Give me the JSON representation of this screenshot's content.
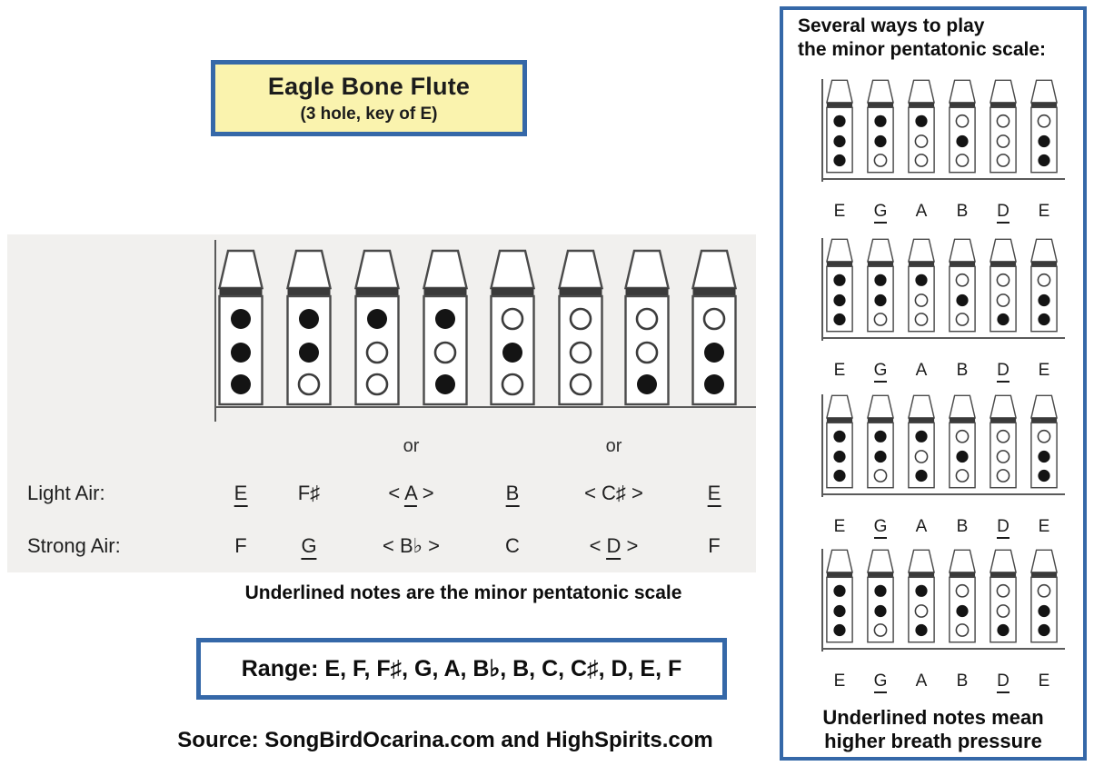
{
  "title": {
    "heading": "Eagle Bone Flute",
    "subheading": "(3 hole, key of E)"
  },
  "main_chart": {
    "flutes": [
      {
        "holes": [
          1,
          1,
          1
        ]
      },
      {
        "holes": [
          1,
          1,
          0
        ]
      },
      {
        "holes": [
          1,
          0,
          0
        ]
      },
      {
        "holes": [
          1,
          0,
          1
        ]
      },
      {
        "holes": [
          0,
          1,
          0
        ]
      },
      {
        "holes": [
          0,
          0,
          0
        ]
      },
      {
        "holes": [
          0,
          0,
          1
        ]
      },
      {
        "holes": [
          0,
          1,
          1
        ]
      }
    ],
    "or_label": "or",
    "or_positions": [
      [
        3,
        4
      ],
      [
        6,
        7
      ]
    ],
    "air_rows": [
      {
        "label": "Light Air:",
        "notes": [
          {
            "text": "E",
            "underlined": true,
            "cols": [
              1
            ]
          },
          {
            "text": "F♯",
            "underlined": false,
            "cols": [
              2
            ]
          },
          {
            "prefix": "< ",
            "text": "A",
            "suffix": " >",
            "underlined": true,
            "cols": [
              3,
              4
            ]
          },
          {
            "text": "B",
            "underlined": true,
            "cols": [
              5
            ]
          },
          {
            "prefix": "< ",
            "text": "C♯",
            "suffix": " >",
            "underlined": false,
            "cols": [
              6,
              7
            ]
          },
          {
            "text": "E",
            "underlined": true,
            "cols": [
              8
            ]
          }
        ]
      },
      {
        "label": "Strong Air:",
        "notes": [
          {
            "text": "F",
            "underlined": false,
            "cols": [
              1
            ]
          },
          {
            "text": "G",
            "underlined": true,
            "cols": [
              2
            ]
          },
          {
            "prefix": "< ",
            "text": "B♭",
            "suffix": " >",
            "underlined": false,
            "cols": [
              3,
              4
            ]
          },
          {
            "text": "C",
            "underlined": false,
            "cols": [
              5
            ]
          },
          {
            "prefix": "< ",
            "text": "D",
            "suffix": " >",
            "underlined": true,
            "cols": [
              6,
              7
            ]
          },
          {
            "text": "F",
            "underlined": false,
            "cols": [
              8
            ]
          }
        ]
      }
    ]
  },
  "captions": {
    "pentatonic": "Underlined notes are the minor pentatonic scale",
    "source": "Source: SongBirdOcarina.com and HighSpirits.com"
  },
  "range_text": "Range: E, F, F♯, G, A, B♭, B, C, C♯, D, E, F",
  "side_panel": {
    "title_line1": "Several ways to play",
    "title_line2": "the minor pentatonic scale:",
    "note_labels": [
      {
        "text": "E",
        "underlined": false
      },
      {
        "text": "G",
        "underlined": true
      },
      {
        "text": "A",
        "underlined": false
      },
      {
        "text": "B",
        "underlined": false
      },
      {
        "text": "D",
        "underlined": true
      },
      {
        "text": "E",
        "underlined": false
      }
    ],
    "rows": [
      {
        "fingerings": [
          [
            1,
            1,
            1
          ],
          [
            1,
            1,
            0
          ],
          [
            1,
            0,
            0
          ],
          [
            0,
            1,
            0
          ],
          [
            0,
            0,
            0
          ],
          [
            0,
            1,
            1
          ]
        ]
      },
      {
        "fingerings": [
          [
            1,
            1,
            1
          ],
          [
            1,
            1,
            0
          ],
          [
            1,
            0,
            0
          ],
          [
            0,
            1,
            0
          ],
          [
            0,
            0,
            1
          ],
          [
            0,
            1,
            1
          ]
        ]
      },
      {
        "fingerings": [
          [
            1,
            1,
            1
          ],
          [
            1,
            1,
            0
          ],
          [
            1,
            0,
            1
          ],
          [
            0,
            1,
            0
          ],
          [
            0,
            0,
            0
          ],
          [
            0,
            1,
            1
          ]
        ]
      },
      {
        "fingerings": [
          [
            1,
            1,
            1
          ],
          [
            1,
            1,
            0
          ],
          [
            1,
            0,
            1
          ],
          [
            0,
            1,
            0
          ],
          [
            0,
            0,
            1
          ],
          [
            0,
            1,
            1
          ]
        ]
      }
    ],
    "footer_line1": "Underlined notes mean",
    "footer_line2": "higher breath pressure"
  },
  "colors": {
    "accent_blue": "#3568a8",
    "title_fill": "#faf3ae",
    "scan_background": "#f1f0ee"
  }
}
